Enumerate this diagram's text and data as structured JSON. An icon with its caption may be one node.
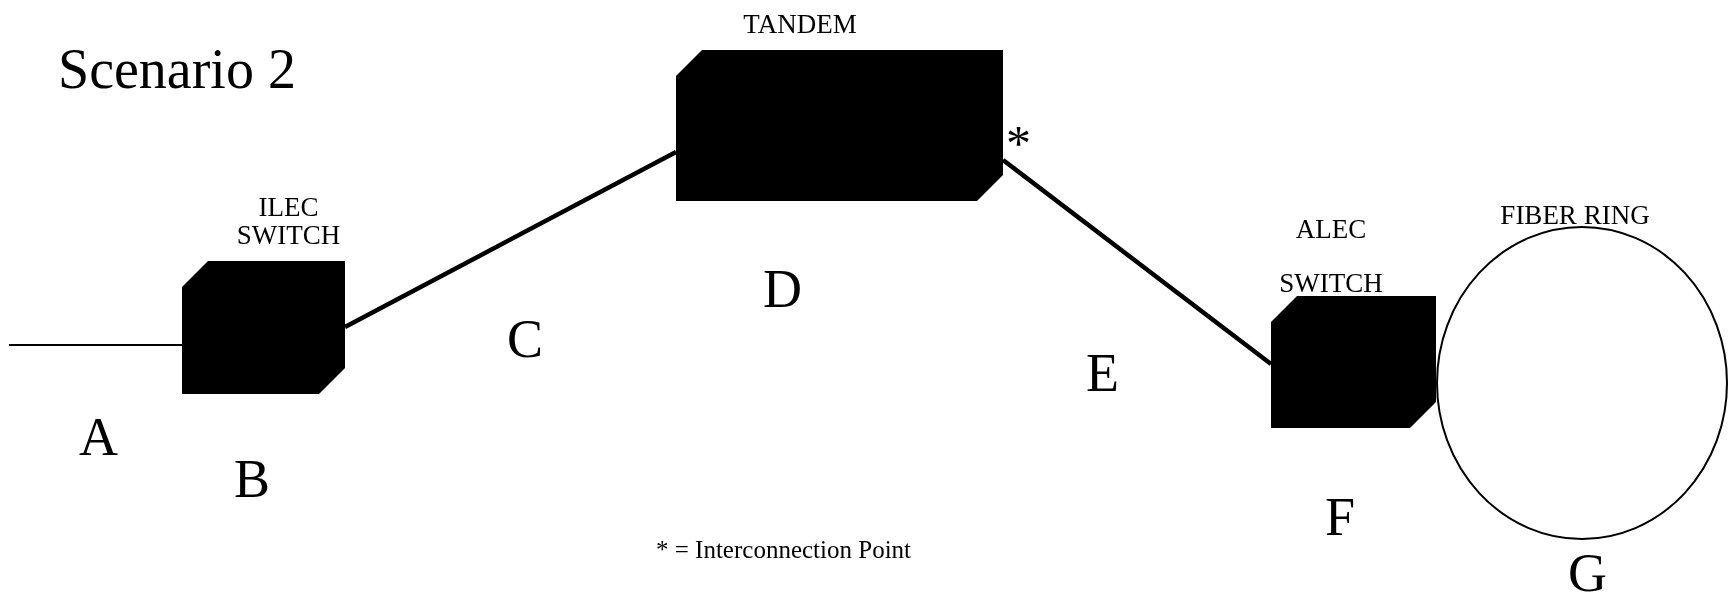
{
  "diagram": {
    "title": "Scenario 2",
    "nodes": [
      {
        "text": [
          "ILEC SWITCH"
        ],
        "beside": [
          "B"
        ]
      },
      {
        "text": [
          "TANDEM"
        ],
        "beside": [
          "D",
          "*"
        ]
      },
      {
        "text": [
          "ALEC SWITCH"
        ],
        "beside": [
          "F"
        ]
      },
      {
        "text": [
          "FIBER RING"
        ],
        "beside": [
          "G"
        ]
      }
    ],
    "edges": [
      {
        "from": null,
        "to": 0,
        "arrow": "none",
        "label": "A"
      },
      {
        "from": 0,
        "to": 1,
        "arrow": "none",
        "label": "C"
      },
      {
        "from": 1,
        "to": 2,
        "arrow": "none",
        "label": "E"
      }
    ],
    "labels": [
      "* = Interconnection Point"
    ]
  }
}
